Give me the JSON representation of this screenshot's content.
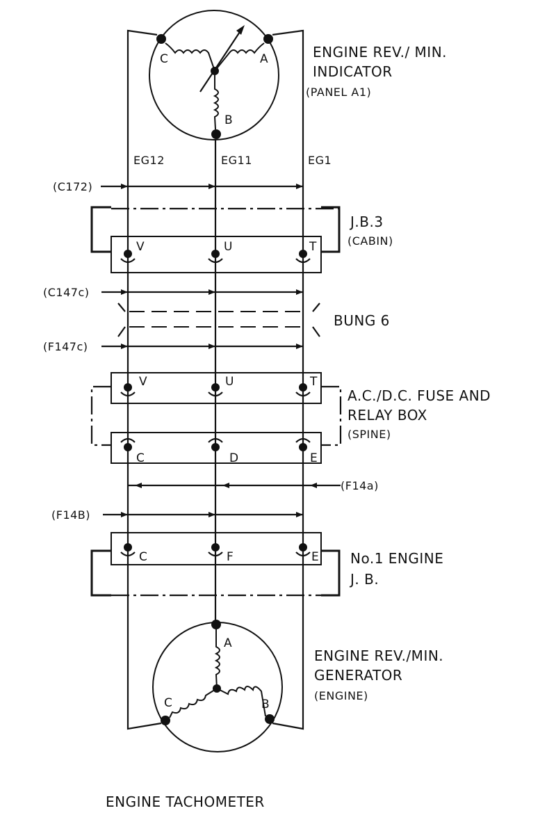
{
  "indicator": {
    "title_line1": "ENGINE  REV./ MIN.",
    "title_line2": "INDICATOR",
    "location": "(PANEL  A1)",
    "terminals": [
      "C",
      "A",
      "B"
    ]
  },
  "wires": [
    "EG12",
    "EG11",
    "EG1"
  ],
  "cables": {
    "c172": "(C172)",
    "c147c": "(C147c)",
    "f147c": "(F147c)",
    "f14a": "(F14a)",
    "f14b": "(F14B)"
  },
  "jb3": {
    "title": "J.B.3",
    "location": "(CABIN)",
    "terminals": [
      "V",
      "U",
      "T"
    ]
  },
  "bung": {
    "label": "BUNG 6"
  },
  "fuse_box": {
    "line1": "A.C./D.C. FUSE AND",
    "line2": "RELAY  BOX",
    "location": "(SPINE)",
    "upper_terminals": [
      "V",
      "U",
      "T"
    ],
    "lower_terminals": [
      "C",
      "D",
      "E"
    ]
  },
  "engine_jb": {
    "line1": "No.1 ENGINE",
    "line2": "J. B.",
    "terminals": [
      "C",
      "F",
      "E"
    ]
  },
  "generator": {
    "title_line1": "ENGINE  REV./MIN.",
    "title_line2": "GENERATOR",
    "location": "(ENGINE)",
    "terminals": [
      "A",
      "C",
      "B"
    ]
  },
  "caption": "ENGINE   TACHOMETER"
}
